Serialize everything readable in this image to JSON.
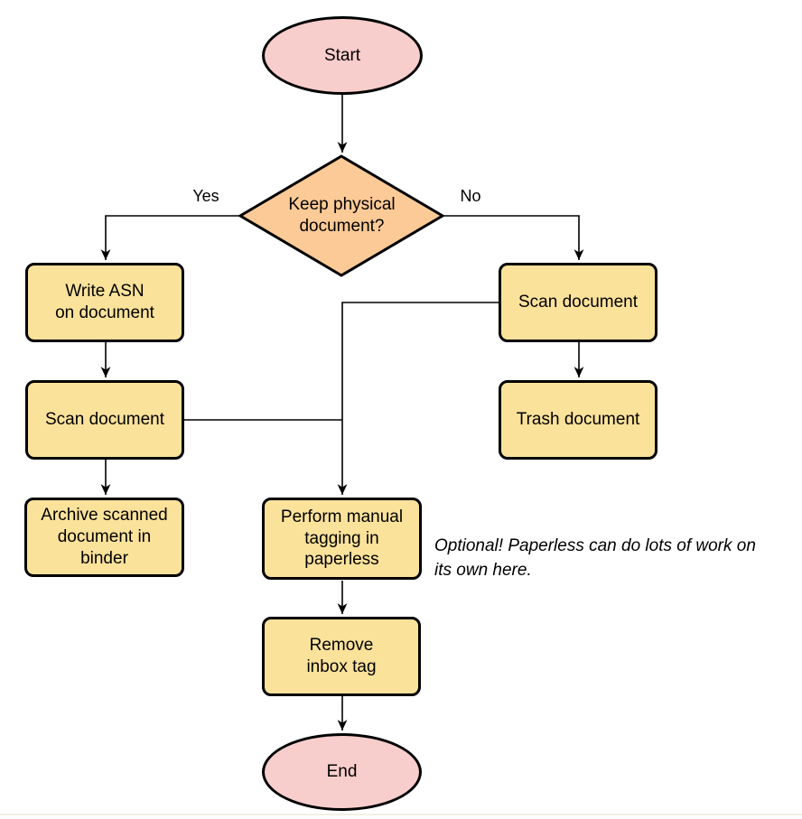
{
  "palette": {
    "terminator_fill": "#F8CECC",
    "decision_fill": "#FCCA96",
    "process_fill": "#FBE29B",
    "stroke": "#000000",
    "background": "#FFFFFF"
  },
  "nodes": {
    "start": {
      "label": "Start",
      "type": "terminator"
    },
    "decision": {
      "label": "Keep physical\ndocument?",
      "type": "decision"
    },
    "write_asn": {
      "label": "Write ASN\non document",
      "type": "process"
    },
    "scan_left": {
      "label": "Scan document",
      "type": "process"
    },
    "archive": {
      "label": "Archive scanned\ndocument in\nbinder",
      "type": "process"
    },
    "scan_right": {
      "label": "Scan document",
      "type": "process"
    },
    "trash": {
      "label": "Trash document",
      "type": "process"
    },
    "tagging": {
      "label": "Perform manual\ntagging in\npaperless",
      "type": "process"
    },
    "remove_inbox": {
      "label": "Remove\ninbox tag",
      "type": "process"
    },
    "end": {
      "label": "End",
      "type": "terminator"
    }
  },
  "edge_labels": {
    "yes": "Yes",
    "no": "No"
  },
  "annotation": {
    "text": "Optional! Paperless can do lots of work on\nits own here."
  }
}
